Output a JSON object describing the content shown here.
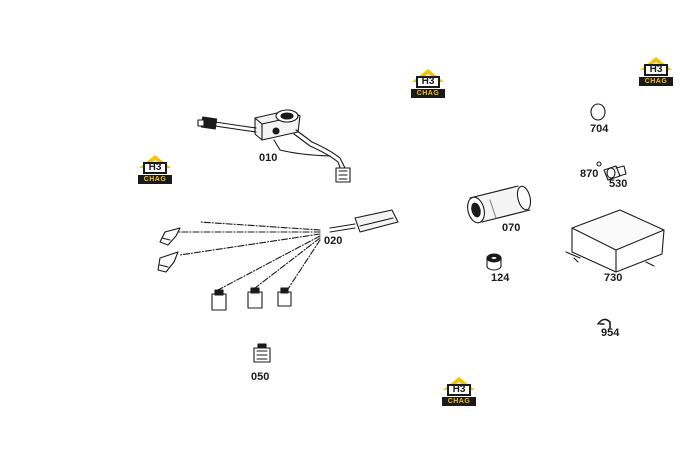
{
  "watermark": {
    "badge": "H3",
    "text": "CHAG",
    "color": "#f3c30e"
  },
  "parts": [
    {
      "id": "010",
      "name": "joystick-switch"
    },
    {
      "id": "020",
      "name": "wiring-harness"
    },
    {
      "id": "050",
      "name": "connector"
    },
    {
      "id": "070",
      "name": "cylinder-cartridge"
    },
    {
      "id": "124",
      "name": "plug"
    },
    {
      "id": "704",
      "name": "o-ring"
    },
    {
      "id": "870",
      "name": "small-ring"
    },
    {
      "id": "530",
      "name": "fitting"
    },
    {
      "id": "730",
      "name": "control-box"
    },
    {
      "id": "954",
      "name": "clip"
    }
  ]
}
